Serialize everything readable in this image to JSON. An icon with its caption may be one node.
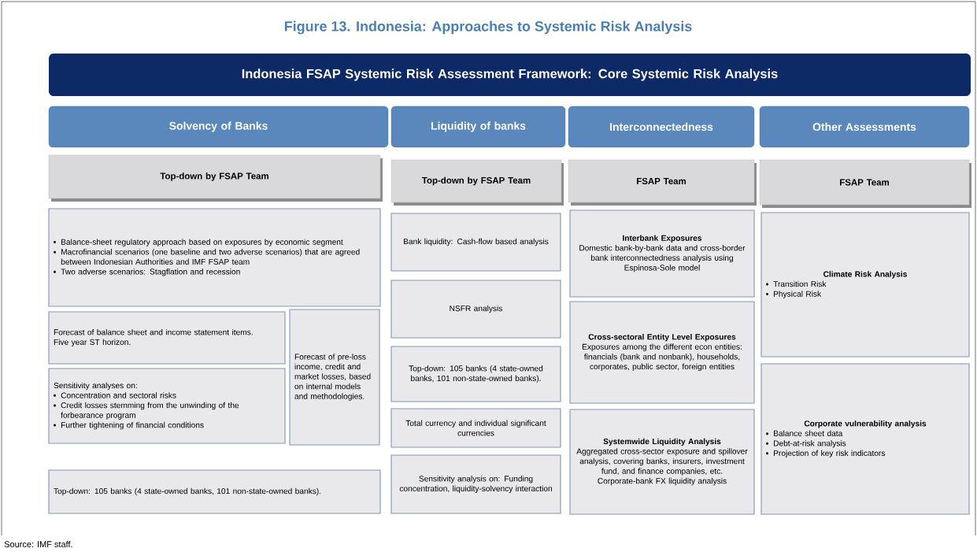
{
  "diagram": {
    "title": "Figure 13. Indonesia: Approaches to Systemic Risk Analysis",
    "caption": "Source: IMF staff.",
    "nodes": [
      {
        "text": [
          "Indonesia FSAP Systemic Risk Assessment Framework: Core Systemic Risk Analysis"
        ]
      },
      {
        "text": [
          "Solvency of Banks"
        ]
      },
      {
        "text": [
          "Liquidity of banks"
        ]
      },
      {
        "text": [
          "Interconnectedness"
        ]
      },
      {
        "text": [
          "Other Assessments"
        ]
      },
      {
        "text": [
          "Top-down by FSAP Team"
        ]
      },
      {
        "text": [
          "Top-down by FSAP Team"
        ]
      },
      {
        "text": [
          "FSAP Team"
        ]
      },
      {
        "text": [
          "FSAP Team"
        ]
      },
      {
        "text": [
          "Balance-sheet regulatory approach based on exposures by economic segment",
          "Macrofinancial scenarios (one baseline and two adverse scenarios) that are agreed between Indonesian Authorities and IMF FSAP team",
          "Two adverse scenarios: Stagflation and recession"
        ]
      },
      {
        "text": [
          "Forecast of balance sheet and income statement items.",
          "Five year ST horizon."
        ]
      },
      {
        "text": [
          "Forecast of pre-loss income, credit and market losses, based on internal models and methodologies."
        ]
      },
      {
        "text": [
          "Sensitivity analyses on:",
          "Concentration and sectoral risks",
          "Credit losses stemming from the unwinding of the forbearance program",
          "Further tightening of financial conditions"
        ]
      },
      {
        "text": [
          "Top-down: 105 banks (4 state-owned banks, 101 non-state-owned banks)."
        ]
      },
      {
        "text": [
          "Bank liquidity: Cash-flow based analysis"
        ]
      },
      {
        "text": [
          "NSFR analysis"
        ]
      },
      {
        "text": [
          "Top-down: 105 banks (4 state-owned banks, 101 non-state-owned banks)."
        ]
      },
      {
        "text": [
          "Total currency and individual significant currencies"
        ]
      },
      {
        "text": [
          "Sensitivity analysis on: Funding concentration, liquidity-solvency interaction"
        ]
      },
      {
        "text": [
          "Interbank Exposures",
          "Domestic bank-by-bank data and cross-border bank interconnectedness analysis using Espinosa-Sole model"
        ]
      },
      {
        "text": [
          "Cross-sectoral Entity Level Exposures",
          "Exposures among the different econ entities: financials (bank and nonbank), households, corporates, public sector, foreign entities"
        ]
      },
      {
        "text": [
          "Systemwide Liquidity Analysis",
          "Aggregated cross-sector exposure and spillover analysis, covering banks, insurers, investment fund, and finance companies, etc.",
          "Corporate-bank FX liquidity analysis"
        ]
      },
      {
        "text": [
          "Climate Risk Analysis",
          "Transition Risk",
          "Physical Risk"
        ]
      },
      {
        "text": [
          "Corporate vulnerability analysis",
          "Balance sheet data",
          "Debt-at-risk analysis",
          "Projection of key risk indicators"
        ]
      }
    ]
  }
}
